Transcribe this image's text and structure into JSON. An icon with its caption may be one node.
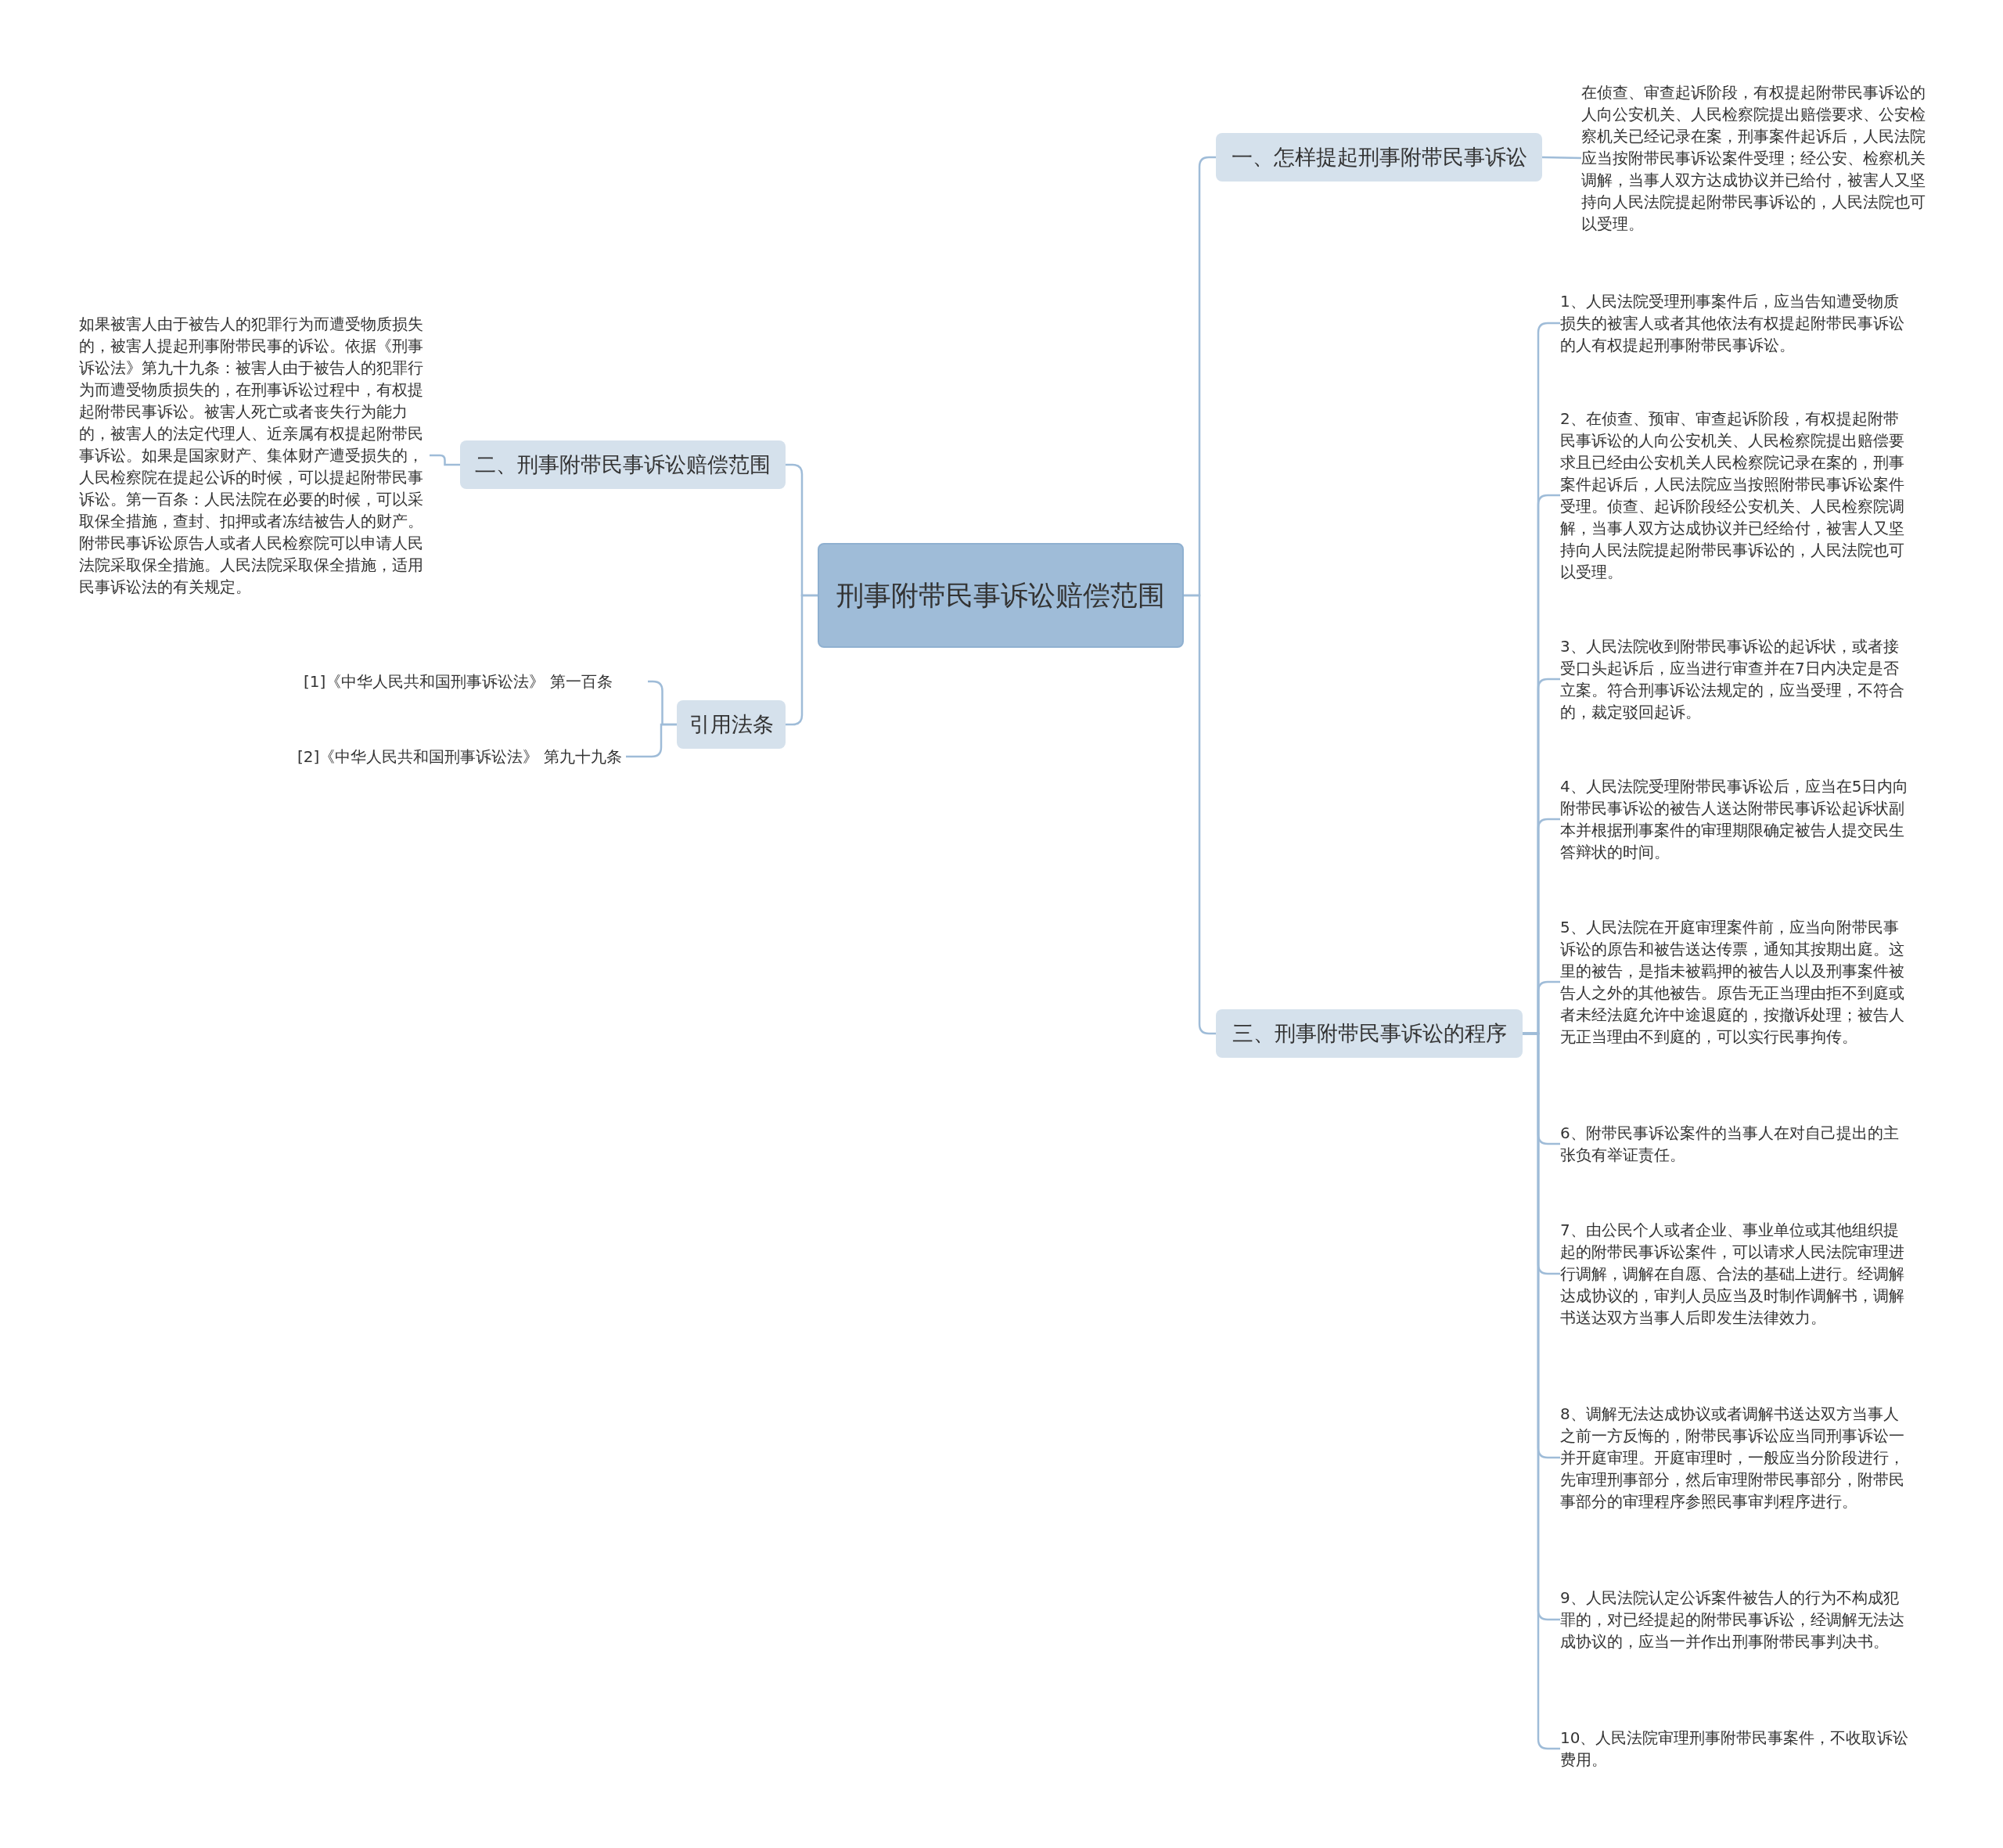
{
  "diagram": {
    "nodes": [
      {
        "text": [
          "刑事附带民事诉讼赔偿范围"
        ]
      },
      {
        "text": [
          "一、怎样提起刑事附带民事诉讼"
        ]
      },
      {
        "text": [
          "在侦查、审查起诉阶段，有权提起附带民事诉讼的人向公安机关、人民检察院提出赔偿要求、公安检察机关已经记录在案，刑事案件起诉后，人民法院应当按附带民事诉讼案件受理；经公安、检察机关调解，当事人双方达成协议并已给付，被害人又坚持向人民法院提起附带民事诉讼的，人民法院也可以受理。"
        ]
      },
      {
        "text": [
          "二、刑事附带民事诉讼赔偿范围"
        ]
      },
      {
        "text": [
          "如果被害人由于被告人的犯罪行为而遭受物质损失的，被害人提起刑事附带民事的诉讼。依据《刑事诉讼法》第九十九条：被害人由于被告人的犯罪行为而遭受物质损失的，在刑事诉讼过程中，有权提起附带民事诉讼。被害人死亡或者丧失行为能力的，被害人的法定代理人、近亲属有权提起附带民事诉讼。如果是国家财产、集体财产遭受损失的，人民检察院在提起公诉的时候，可以提起附带民事诉讼。第一百条：人民法院在必要的时候，可以采取保全措施，查封、扣押或者冻结被告人的财产。附带民事诉讼原告人或者人民检察院可以申请人民法院采取保全措施。人民法院采取保全措施，适用民事诉讼法的有关规定。"
        ]
      },
      {
        "text": [
          "引用法条"
        ]
      },
      {
        "text": [
          "[1]《中华人民共和国刑事诉讼法》 第一百条"
        ]
      },
      {
        "text": [
          "[2]《中华人民共和国刑事诉讼法》 第九十九条"
        ]
      },
      {
        "text": [
          "三、刑事附带民事诉讼的程序"
        ]
      },
      {
        "text": [
          "1、人民法院受理刑事案件后，应当告知遭受物质损失的被害人或者其他依法有权提起附带民事诉讼的人有权提起刑事附带民事诉讼。"
        ]
      },
      {
        "text": [
          "2、在侦查、预审、审查起诉阶段，有权提起附带民事诉讼的人向公安机关、人民检察院提出赔偿要求且已经由公安机关人民检察院记录在案的，刑事案件起诉后，人民法院应当按照附带民事诉讼案件受理。侦查、起诉阶段经公安机关、人民检察院调解，当事人双方达成协议并已经给付，被害人又坚持向人民法院提起附带民事诉讼的，人民法院也可以受理。"
        ]
      },
      {
        "text": [
          "3、人民法院收到附带民事诉讼的起诉状，或者接受口头起诉后，应当进行审查并在7日内决定是否立案。符合刑事诉讼法规定的，应当受理，不符合的，裁定驳回起诉。"
        ]
      },
      {
        "text": [
          "4、人民法院受理附带民事诉讼后，应当在5日内向附带民事诉讼的被告人送达附带民事诉讼起诉状副本并根据刑事案件的审理期限确定被告人提交民生答辩状的时间。"
        ]
      },
      {
        "text": [
          "5、人民法院在开庭审理案件前，应当向附带民事诉讼的原告和被告送达传票，通知其按期出庭。这里的被告，是指未被羁押的被告人以及刑事案件被告人之外的其他被告。原告无正当理由拒不到庭或者未经法庭允许中途退庭的，按撤诉处理；被告人无正当理由不到庭的，可以实行民事拘传。"
        ]
      },
      {
        "text": [
          "6、附带民事诉讼案件的当事人在对自己提出的主张负有举证责任。"
        ]
      },
      {
        "text": [
          "7、由公民个人或者企业、事业单位或其他组织提起的附带民事诉讼案件，可以请求人民法院审理进行调解，调解在自愿、合法的基础上进行。经调解达成协议的，审判人员应当及时制作调解书，调解书送达双方当事人后即发生法律效力。"
        ]
      },
      {
        "text": [
          "8、调解无法达成协议或者调解书送达双方当事人之前一方反悔的，附带民事诉讼应当同刑事诉讼一并开庭审理。开庭审理时，一般应当分阶段进行，先审理刑事部分，然后审理附带民事部分，附带民事部分的审理程序参照民事审判程序进行。"
        ]
      },
      {
        "text": [
          "9、人民法院认定公诉案件被告人的行为不构成犯罪的，对已经提起的附带民事诉讼，经调解无法达成协议的，应当一并作出刑事附带民事判决书。"
        ]
      },
      {
        "text": [
          "10、人民法院审理刑事附带民事案件，不收取诉讼费用。"
        ]
      }
    ],
    "edges": [
      {
        "from": 0,
        "to": 1,
        "arrow": "none"
      },
      {
        "from": 1,
        "to": 2,
        "arrow": "none"
      },
      {
        "from": 0,
        "to": 3,
        "arrow": "none"
      },
      {
        "from": 3,
        "to": 4,
        "arrow": "none"
      },
      {
        "from": 0,
        "to": 5,
        "arrow": "none"
      },
      {
        "from": 5,
        "to": 6,
        "arrow": "none"
      },
      {
        "from": 5,
        "to": 7,
        "arrow": "none"
      },
      {
        "from": 0,
        "to": 8,
        "arrow": "none"
      },
      {
        "from": 8,
        "to": 9,
        "arrow": "none"
      },
      {
        "from": 8,
        "to": 10,
        "arrow": "none"
      },
      {
        "from": 8,
        "to": 11,
        "arrow": "none"
      },
      {
        "from": 8,
        "to": 12,
        "arrow": "none"
      },
      {
        "from": 8,
        "to": 13,
        "arrow": "none"
      },
      {
        "from": 8,
        "to": 14,
        "arrow": "none"
      },
      {
        "from": 8,
        "to": 15,
        "arrow": "none"
      },
      {
        "from": 8,
        "to": 16,
        "arrow": "none"
      },
      {
        "from": 8,
        "to": 17,
        "arrow": "none"
      },
      {
        "from": 8,
        "to": 18,
        "arrow": "none"
      }
    ]
  }
}
